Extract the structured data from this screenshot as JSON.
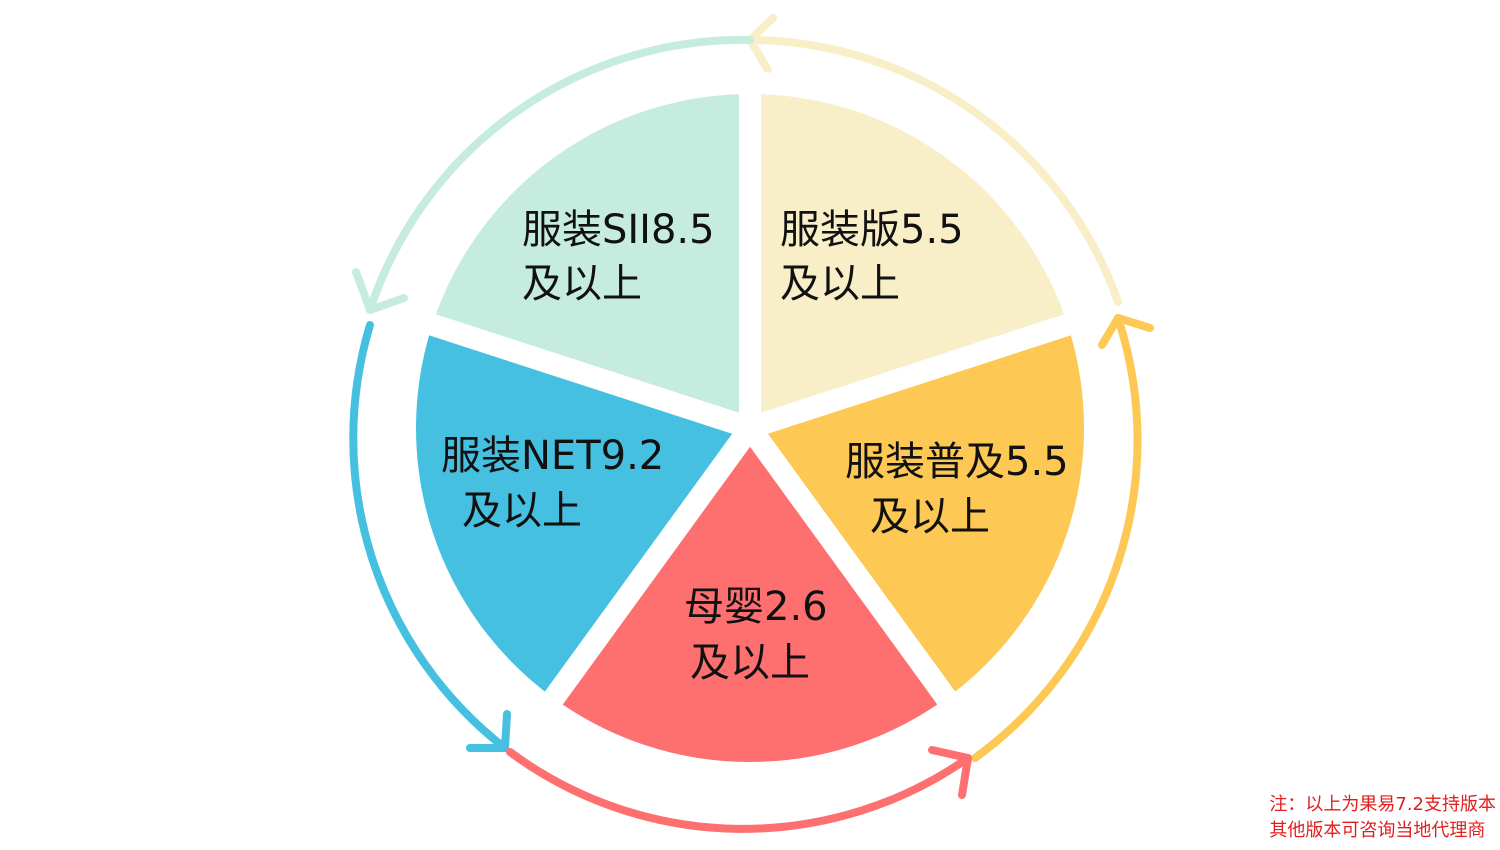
{
  "colors": {
    "mint": "#c5ecdf",
    "cream": "#f8efc8",
    "yellow": "#fdc853",
    "red": "#fe7070",
    "blue": "#46c0e0",
    "note": "#e02020"
  },
  "segments": [
    {
      "id": "fuzhuang-sii",
      "line1": "服装SII8.5",
      "line2": "及以上",
      "color": "mint"
    },
    {
      "id": "fuzhuang-ban",
      "line1": "服装版5.5",
      "line2": "及以上",
      "color": "cream"
    },
    {
      "id": "fuzhuang-puji",
      "line1": "服装普及5.5",
      "line2": "及以上",
      "color": "yellow"
    },
    {
      "id": "muying",
      "line1": "母婴2.6",
      "line2": "及以上",
      "color": "red"
    },
    {
      "id": "fuzhuang-net",
      "line1": "服装NET9.2",
      "line2": "及以上",
      "color": "blue"
    }
  ],
  "note": {
    "line1": "注：以上为果易7.2支持版本",
    "line2": "其他版本可咨询当地代理商"
  }
}
